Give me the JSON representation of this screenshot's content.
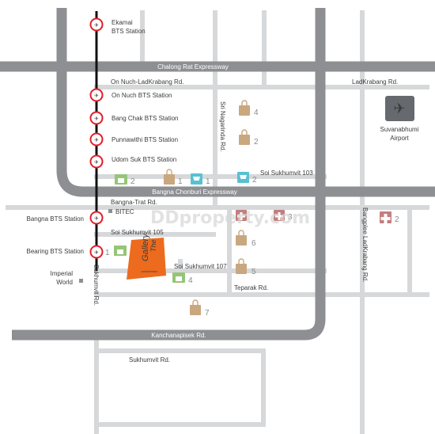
{
  "colors": {
    "expressway": "#8d8f92",
    "road": "#d6d8da",
    "bts_line": "#111111",
    "bts_ring": "#e2202c",
    "shopping": "#c9a77f",
    "school": "#95c576",
    "supermarket": "#57c1d2",
    "hospital": "#c57d7d",
    "project": "#ec6b1e",
    "airport": "#666a6f"
  },
  "expressways": {
    "chalong_rat": "Chalong Rat Expressway",
    "bangna_chonburi": "Bangna Chonburi Expressway",
    "kanchanapisek": "Kanchanapisek Rd."
  },
  "roads": {
    "on_nuch": "On Nuch-LadKrabang Rd.",
    "ladkrabang": "LadKrabang Rd.",
    "sri_nagarinda": "Sri Nagarinda Rd.",
    "soi_103": "Soi Sukhumvit 103",
    "bangna_trat": "Bangna-Trat Rd.",
    "soi_105": "Soi Sukhumvit 105",
    "soi_107": "Soi Sukhumvit 107",
    "teparak": "Teparak Rd.",
    "sukhumvit_vertical": "Sukhumvit Rd.",
    "sukhumvit_lower": "Sukhumvit Rd.",
    "bangplee": "Bangplee LadKrabang Rd."
  },
  "stations": {
    "ekamai": [
      "Ekamai",
      "BTS Station"
    ],
    "on_nuch": "On Nuch BTS Station",
    "bang_chak": "Bang Chak BTS Station",
    "punnawithi": "Punnawithi  BTS Station",
    "udom_suk": "Udom Suk BTS Station",
    "bangna": "Bangna BTS Station",
    "bearing": "Bearing BTS Station"
  },
  "places": {
    "bitec": "BITEC",
    "imperial_world": [
      "Imperial",
      "World"
    ],
    "airport": [
      "Suvanabhumi",
      "Airport"
    ]
  },
  "project": {
    "name_the": "The",
    "name_gallery": "Gallery",
    "tagline": "condominium"
  },
  "poi_counts": {
    "shop_4": "4",
    "shop_2": "2",
    "school_2": "2",
    "shop_1": "1",
    "super_1": "1",
    "super_2": "2",
    "hospital_3": "3",
    "shop_6": "6",
    "shop_5": "5",
    "school_4": "4",
    "school_1": "1",
    "shop_7": "7",
    "hospital_2": "2"
  },
  "watermark": "DDproperty.com"
}
